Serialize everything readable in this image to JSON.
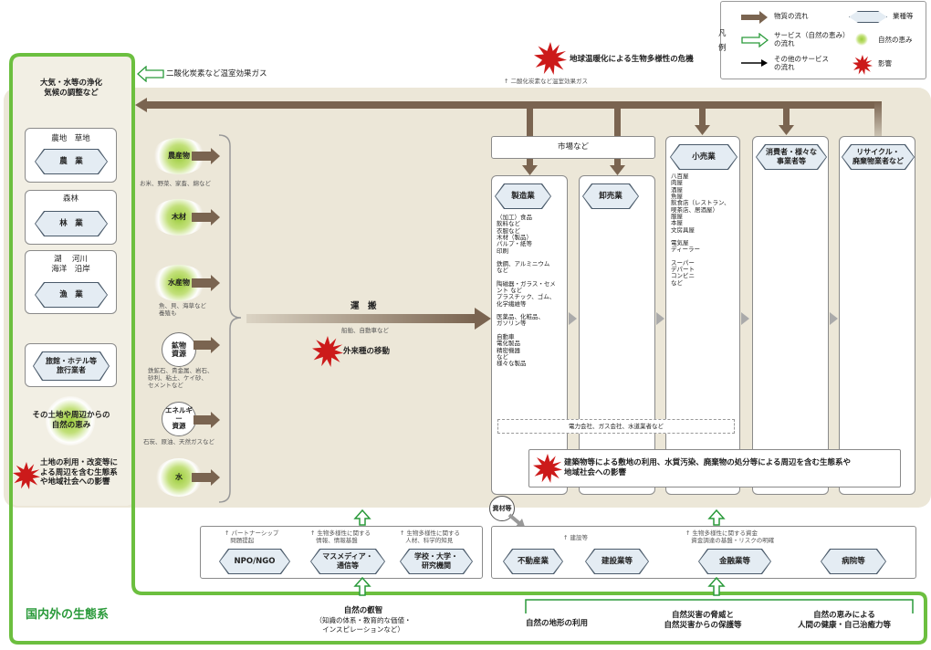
{
  "colors": {
    "material_flow": "#7a6450",
    "ecosystem_green": "#6cbf3f",
    "industry_hex": "#e4ecf3",
    "impact_red": "#cc1a1a",
    "region_bg": "#ece7d8"
  },
  "legend": {
    "title_1": "凡",
    "title_2": "例",
    "material_flow": "物質の流れ",
    "industry": "業種等",
    "service_nature_1": "サービス（自然の恵み）",
    "service_nature_2": "の流れ",
    "nature_blessing": "自然の恵み",
    "other_service_1": "その他のサービス",
    "other_service_2": "の流れ",
    "impact": "影響"
  },
  "top": {
    "ghg_arrow_label": "二酸化炭素など温室効果ガス",
    "warming_impact": "地球温暖化による生物多様性の危機",
    "co2_note": "二酸化炭素など温室効果ガス"
  },
  "left": {
    "air_water_1": "大気・水等の浄化",
    "air_water_2": "気候の調整など",
    "agri_land": "農地　草地",
    "agri_hex": "農　業",
    "forest_land": "森林",
    "forest_hex": "林　業",
    "fish_land_1": "湖　 河川",
    "fish_land_2": "海洋　沿岸",
    "fish_hex": "漁　業",
    "tourism_hex_1": "旅館・ホテル等",
    "tourism_hex_2": "旅行業者",
    "local_blessing_1": "その土地や周辺からの",
    "local_blessing_2": "自然の恵み",
    "land_use_1": "土地の利用・改変等に",
    "land_use_2": "よる周辺を含む生態系",
    "land_use_3": "や地域社会への影響"
  },
  "resources": [
    {
      "name": "農産物",
      "note_1": "お米、野菜、家畜、綿など",
      "note_2": "",
      "note_3": ""
    },
    {
      "name": "木材",
      "note_1": "",
      "note_2": "",
      "note_3": ""
    },
    {
      "name": "水産物",
      "note_1": "魚、貝、海草など",
      "note_2": "養殖も",
      "note_3": ""
    },
    {
      "name_1": "鉱物",
      "name_2": "資源",
      "note_1": "鉄鉱石、貴金属、岩石、",
      "note_2": "砂利、粘土、ケイ砂、",
      "note_3": "セメントなど"
    },
    {
      "name_1": "エネルギー",
      "name_2": "資源",
      "note_1": "石炭、原油、天然ガスなど",
      "note_2": "",
      "note_3": ""
    },
    {
      "name": "水",
      "note_1": "",
      "note_2": "",
      "note_3": ""
    }
  ],
  "transport": {
    "label": "運　搬",
    "note": "船舶、自動車など",
    "alien_species": "外来種の移動"
  },
  "market": {
    "label": "市場など"
  },
  "manufacturing": {
    "hex": "製造業",
    "items": [
      "（加工）食品",
      "飲料など",
      "衣服など",
      "木材（製品）",
      "パルプ・紙等",
      "印刷",
      "",
      "鉄鋼、アルミニウム",
      "など",
      "",
      "陶磁器・ガラス・セメ",
      "ント など",
      "プラスチック、ゴム、",
      "化学繊維等",
      "",
      "医薬品、化粧品、",
      "ガソリン等",
      "",
      "自動車",
      "電化製品",
      "精密機器",
      "など",
      "様々な製品"
    ]
  },
  "wholesale": {
    "hex": "卸売業"
  },
  "retail": {
    "hex": "小売業",
    "items": [
      "八百屋",
      "肉屋",
      "酒屋",
      "魚屋",
      "飲食店（レストラン、",
      "喫茶店、居酒屋）",
      "服屋",
      "本屋",
      "文房具屋",
      "",
      "電気屋",
      "ディーラー",
      "",
      "スーパー",
      "デパート",
      "コンビニ",
      "など"
    ]
  },
  "consumer": {
    "hex_1": "消費者・様々な",
    "hex_2": "事業者等"
  },
  "recycle": {
    "hex_1": "リサイクル・",
    "hex_2": "廃棄物業者など"
  },
  "utilities": "電力会社、ガス会社、水道業者など",
  "building_impact_1": "建築物等による敷地の利用、水質汚染、廃棄物の処分等による周辺を含む生態系や",
  "building_impact_2": "地域社会への影響",
  "materials_label": "資材等",
  "bottom_left": {
    "npo_note_1": "パートナーシップ",
    "npo_note_2": "問題提起",
    "npo_hex": "NPO/NGO",
    "media_note_1": "生物多様性に関する",
    "media_note_2": "情報、情報基盤",
    "media_hex_1": "マスメディア・",
    "media_hex_2": "通信等",
    "school_note_1": "生物多様性に関する",
    "school_note_2": "人材、科学的知見",
    "school_hex_1": "学校・大学・",
    "school_hex_2": "研究機関"
  },
  "bottom_right": {
    "construction_note": "建設等",
    "finance_note_1": "生物多様性に関する資金",
    "finance_note_2": "資金調達の基盤・リスクの明確",
    "realestate_hex": "不動産業",
    "construction_hex": "建設業等",
    "finance_hex": "金融業等",
    "hospital_hex": "病院等"
  },
  "ecosystem_label": "国内外の生態系",
  "wisdom_1": "自然の叡智",
  "wisdom_2": "（知識の体系・教育的な価値・",
  "wisdom_3": "インスピレーションなど）",
  "terrain_use": "自然の地形の利用",
  "disaster_1": "自然災害の脅威と",
  "disaster_2": "自然災害からの保護等",
  "health_1": "自然の恵みによる",
  "health_2": "人間の健康・自己治癒力等"
}
